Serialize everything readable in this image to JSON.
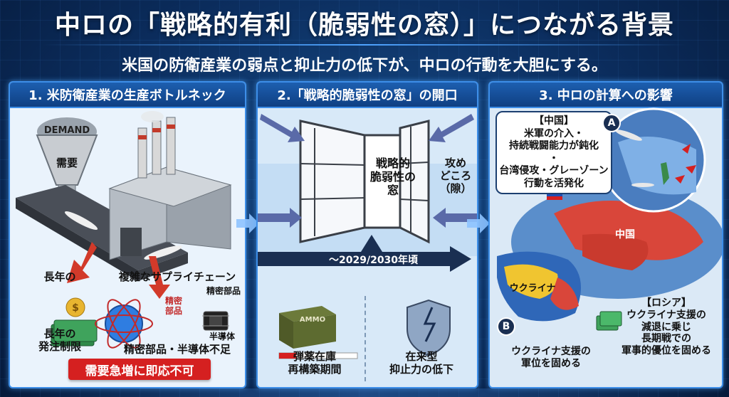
{
  "title": "中ロの「戦略的有利（脆弱性の窓）」につながる背景",
  "subtitle": "米国の防衛産業の弱点と抑止力の低下が、中ロの行動を大胆にする。",
  "panel1": {
    "header": "1. 米防衛産業の生産ボトルネック",
    "funnel_label": "DEMAND",
    "demand_jp": "需要",
    "long_years": "長年の",
    "order_limit": "長年の\n発注制限",
    "supply_chain": "複雑なサプライチェーン",
    "precision_parts_small": "精密部品",
    "precision_parts_red": "精密\n部品",
    "semiconductor": "半導体",
    "shortage": "精密部品・半導体不足",
    "banner": "需要急増に即応不可"
  },
  "panel2": {
    "header": "2.「戦略的脆弱性の窓」の開口",
    "window_label": "戦略的\n脆弱性の\n窓",
    "attack_label": "攻め\nどころ\n（隙）",
    "timeline": "～2029/2030年頃",
    "ammo_box": "AMMO",
    "ammo_text": "弾薬在庫\n再構築期間",
    "deterrence_text": "在来型\n抑止力の低下"
  },
  "panel3": {
    "header": "3. 中ロの計算への影響",
    "china_bubble": "【中国】\n米軍の介入・\n持続戦闘能力が鈍化\n・\n台湾侵攻・グレーゾーン\n行動を活発化",
    "china_map_label": "中国",
    "ukraine_label": "ウクライナ",
    "label_a": "A",
    "label_b": "B",
    "russia_text": "【ロシア】\nウクライナ支援の\n減退に乗じ\n長期戦での\n軍事的優位を固める",
    "ukraine_text": "ウクライナ支援の\n軍位を固める"
  },
  "colors": {
    "accent": "#3d8ee8",
    "header_bg": "#0f3f82",
    "alert": "#d52020"
  }
}
